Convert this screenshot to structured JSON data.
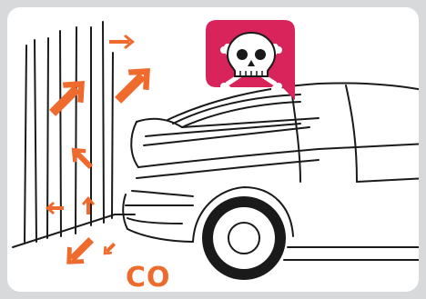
{
  "illustration": {
    "gas_label": "CO",
    "colors": {
      "background": "#d7d9db",
      "panel": "#ffffff",
      "line": "#1a1a1a",
      "arrows": "#ee6a2d",
      "warning": "#d8245a"
    },
    "icons": [
      "skull-and-crossbones-icon",
      "exhaust-flow-arrows",
      "car-rear-outline"
    ]
  }
}
